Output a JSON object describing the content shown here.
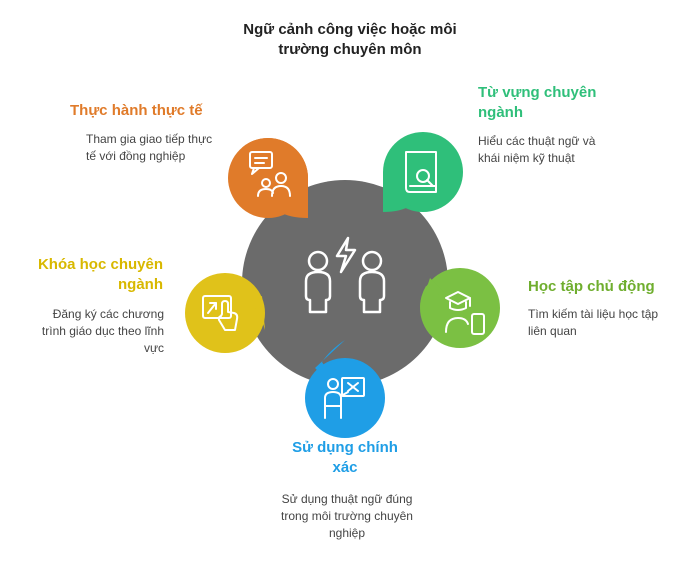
{
  "title": "Ngữ cảnh công việc hoặc môi\ntrường chuyên môn",
  "colors": {
    "center": "#6b6b6b",
    "orange": "#e07b2a",
    "green": "#2fbf7a",
    "lime": "#7bc043",
    "blue": "#1f9ee6",
    "yellow": "#e0c21a",
    "white": "#ffffff"
  },
  "items": [
    {
      "heading": "Thực hành thực tế",
      "desc": "Tham gia giao tiếp thực\ntế với đồng nghiệp",
      "icon": "chat-person-icon",
      "color": "#e07b2a"
    },
    {
      "heading": "Từ vựng chuyên\nngành",
      "desc": "Hiểu các thuật ngữ và\nkhái niệm kỹ thuật",
      "icon": "book-search-icon",
      "color": "#2fbf7a"
    },
    {
      "heading": "Học tập chủ động",
      "desc": "Tìm kiếm tài liệu học tập\nliên quan",
      "icon": "graduate-phone-icon",
      "color": "#6fae2e"
    },
    {
      "heading": "Sử dụng chính\nxác",
      "desc": "Sử dụng thuật ngữ đúng\ntrong môi trường chuyên\nnghiệp",
      "icon": "teacher-board-icon",
      "color": "#1f9ee6"
    },
    {
      "heading": "Khóa học chuyên\nngành",
      "desc": "Đăng ký các chương\ntrình giáo dục theo lĩnh\nvực",
      "icon": "touch-screen-icon",
      "color": "#d8b800"
    }
  ]
}
